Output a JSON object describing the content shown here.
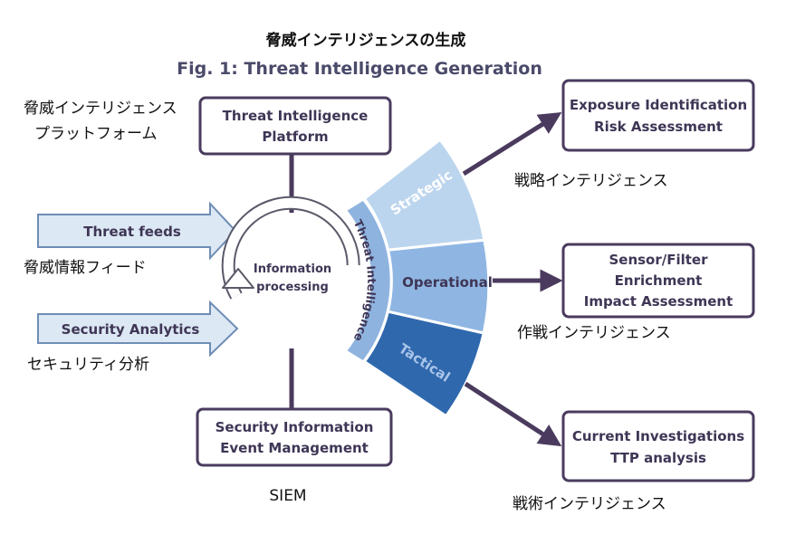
{
  "title": {
    "ja": "脅威インテリジェンスの生成",
    "en": "Fig. 1: Threat Intelligence Generation"
  },
  "colors": {
    "box_border": "#4a3b5e",
    "box_text": "#3f3656",
    "connector": "#4a3b5e",
    "arrow_fill": "#dce8f4",
    "arrow_border": "#6f8db4",
    "ring": "#ffffff",
    "ring_border": "#5a5a6a",
    "strategic": "#bcd5ee",
    "operational": "#8fb6e3",
    "tactical": "#2f68ad",
    "ti_band": "#8fb3df",
    "title_en": "#4a4a6a"
  },
  "boxes": {
    "platform": {
      "line1": "Threat Intelligence",
      "line2": "Platform"
    },
    "siem": {
      "line1": "Security Information",
      "line2": "Event Management"
    },
    "exposure": {
      "line1": "Exposure Identification",
      "line2": "Risk Assessment"
    },
    "sensor": {
      "line1": "Sensor/Filter",
      "line2": "Enrichment",
      "line3": "Impact Assessment"
    },
    "current": {
      "line1": "Current Investigations",
      "line2": "TTP analysis"
    }
  },
  "inputs": {
    "feeds": "Threat feeds",
    "analytics": "Security Analytics"
  },
  "cycle": {
    "line1": "Information",
    "line2": "processing"
  },
  "fan": {
    "band": "Threat Intelligence",
    "strategic": "Strategic",
    "operational": "Operational",
    "tactical": "Tactical"
  },
  "annotations": {
    "platform_ja_1": "脅威インテリジェンス",
    "platform_ja_2": "プラットフォーム",
    "feeds_ja": "脅威情報フィード",
    "analytics_ja": "セキュリティ分析",
    "siem_short": "SIEM",
    "strategic_ja": "戦略インテリジェンス",
    "operational_ja": "作戦インテリジェンス",
    "tactical_ja": "戦術インテリジェンス"
  },
  "icons": {
    "cycle": "circular-refresh-arrow-icon",
    "input_arrow": "block-arrow-right-icon"
  }
}
